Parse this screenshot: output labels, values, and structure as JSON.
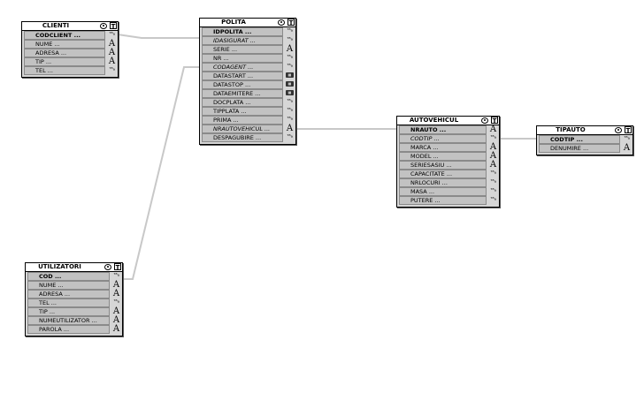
{
  "tables": {
    "clienti": {
      "title": "CLIENTI",
      "fields": [
        {
          "name": "CODCLIENT ...",
          "type": "num",
          "key": "pk"
        },
        {
          "name": "NUME ...",
          "type": "text",
          "key": ""
        },
        {
          "name": "ADRESA ...",
          "type": "text",
          "key": ""
        },
        {
          "name": "TIP ...",
          "type": "text",
          "key": ""
        },
        {
          "name": "TEL ...",
          "type": "num",
          "key": ""
        }
      ]
    },
    "polita": {
      "title": "POLITA",
      "fields": [
        {
          "name": "IDPOLITA ...",
          "type": "num",
          "key": "pk"
        },
        {
          "name": "IDASIGURAT ...",
          "type": "num",
          "key": "fk"
        },
        {
          "name": "SERIE ...",
          "type": "text",
          "key": ""
        },
        {
          "name": "NR ...",
          "type": "num",
          "key": ""
        },
        {
          "name": "CODAGENT ...",
          "type": "num",
          "key": "fk"
        },
        {
          "name": "DATASTART ...",
          "type": "date",
          "key": ""
        },
        {
          "name": "DATASTOP ...",
          "type": "date",
          "key": ""
        },
        {
          "name": "DATAEMITERE ...",
          "type": "date",
          "key": ""
        },
        {
          "name": "DOCPLATA ...",
          "type": "num",
          "key": ""
        },
        {
          "name": "TIPPLATA ...",
          "type": "num",
          "key": ""
        },
        {
          "name": "PRIMA ...",
          "type": "num",
          "key": ""
        },
        {
          "name": "NRAUTOVEHICUL ...",
          "type": "text",
          "key": "fk"
        },
        {
          "name": "DESPAGUBIRE ...",
          "type": "num",
          "key": ""
        }
      ]
    },
    "autovehicul": {
      "title": "AUTOVEHICUL",
      "fields": [
        {
          "name": "NRAUTO ...",
          "type": "text",
          "key": "pk"
        },
        {
          "name": "CODTIP ...",
          "type": "num",
          "key": "fk"
        },
        {
          "name": "MARCA ...",
          "type": "text",
          "key": ""
        },
        {
          "name": "MODEL ...",
          "type": "text",
          "key": ""
        },
        {
          "name": "SERIESASIU ...",
          "type": "text",
          "key": ""
        },
        {
          "name": "CAPACITATE ...",
          "type": "num",
          "key": ""
        },
        {
          "name": "NRLOCURI ...",
          "type": "num",
          "key": ""
        },
        {
          "name": "MASA ...",
          "type": "num",
          "key": ""
        },
        {
          "name": "PUTERE ...",
          "type": "num",
          "key": ""
        }
      ]
    },
    "tipauto": {
      "title": "TIPAUTO",
      "fields": [
        {
          "name": "CODTIP ...",
          "type": "num",
          "key": "pk"
        },
        {
          "name": "DENUMIRE ...",
          "type": "text",
          "key": ""
        }
      ]
    },
    "utilizatori": {
      "title": "UTILIZATORI",
      "fields": [
        {
          "name": "COD ...",
          "type": "num",
          "key": "pk"
        },
        {
          "name": "NUME ...",
          "type": "text",
          "key": ""
        },
        {
          "name": "ADRESA ...",
          "type": "text",
          "key": ""
        },
        {
          "name": "TEL ...",
          "type": "num",
          "key": ""
        },
        {
          "name": "TIP ...",
          "type": "text",
          "key": ""
        },
        {
          "name": "NUMEUTILIZATOR ...",
          "type": "text",
          "key": ""
        },
        {
          "name": "PAROLA ...",
          "type": "text",
          "key": ""
        }
      ]
    }
  },
  "type_glyphs": {
    "text": "A",
    "num": "⁷⁸₉",
    "date": "▦"
  },
  "icons": {
    "header_view": "eye-icon",
    "header_table": "table-icon"
  },
  "colors": {
    "table_body": "#d6d6d6",
    "field_box": "#c2c2c2",
    "link_line": "#c8c8c8"
  }
}
